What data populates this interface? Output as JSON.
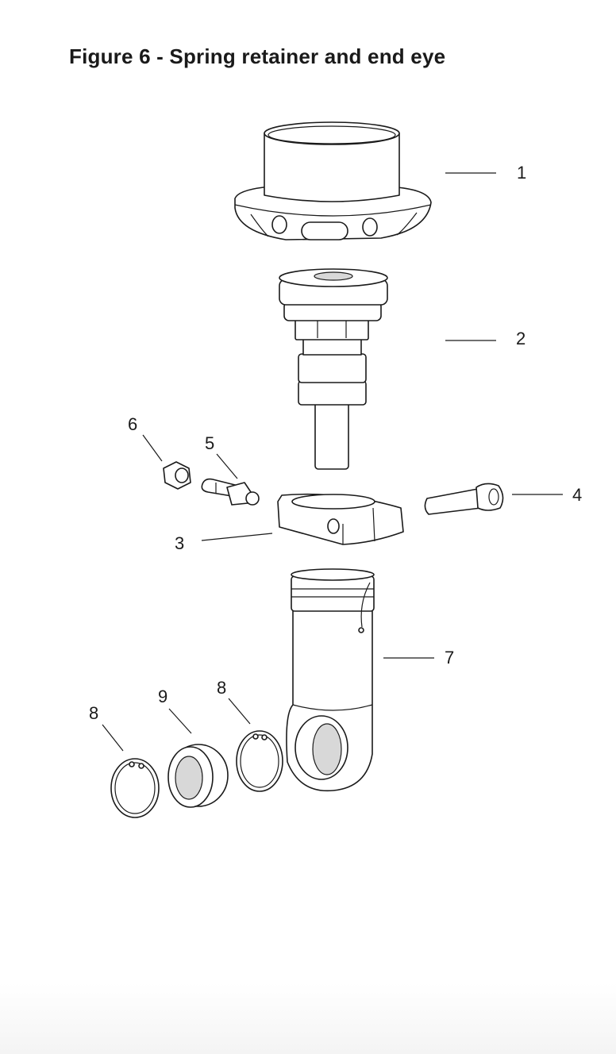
{
  "title": "Figure 6 - Spring retainer and end eye",
  "callouts": {
    "c1": "1",
    "c2": "2",
    "c3": "3",
    "c4": "4",
    "c5": "5",
    "c6": "6",
    "c7": "7",
    "c8a": "8",
    "c8b": "8",
    "c9": "9"
  }
}
